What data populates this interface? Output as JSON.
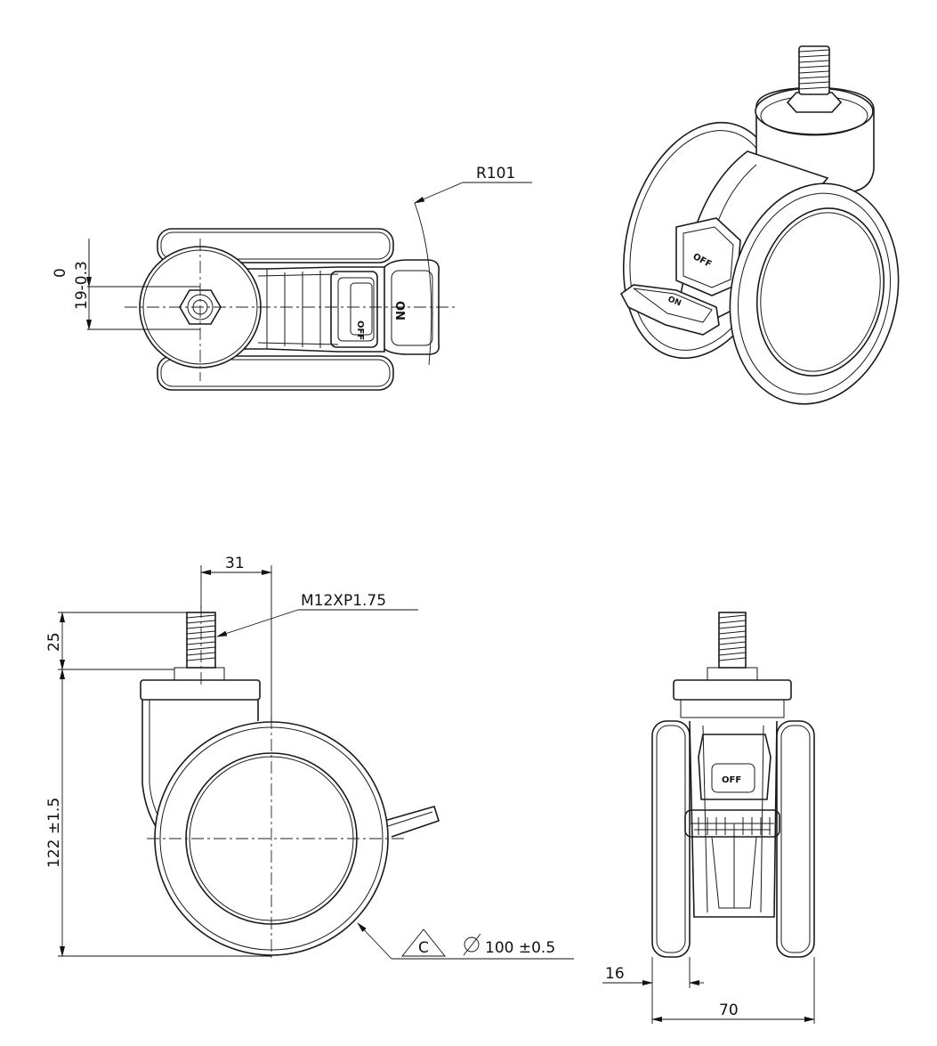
{
  "drawing": {
    "dimensions": {
      "radius": "R101",
      "shaft_offset_upper": "0",
      "shaft_offset_lower": "19-0.3",
      "stem_offset": "31",
      "thread": "M12XP1.75",
      "stem_length": "25",
      "height": "122 ±1.5",
      "wheel_class": "C",
      "wheel_diameter": "100 ±0.5",
      "wheel_width": "16",
      "overall_width": "70"
    },
    "labels": {
      "brake_off": "OFF",
      "brake_on": "ON"
    }
  }
}
